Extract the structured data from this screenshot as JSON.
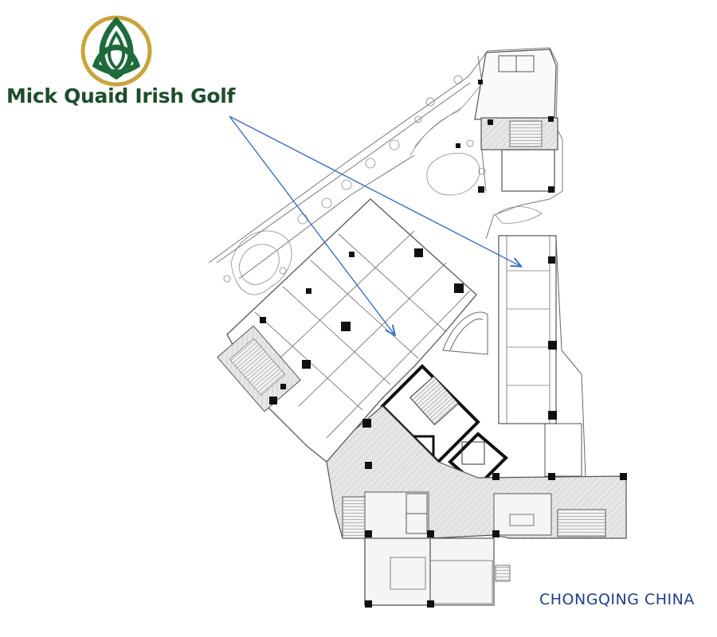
{
  "brand": {
    "name": "Mick Quaid Irish Golf",
    "name_color": "#1e4d2b",
    "mark_green": "#1d6b3a",
    "mark_gold": "#c8a43a"
  },
  "location": {
    "label": "CHONGQING  CHINA",
    "color": "#1f3f8a"
  },
  "plan": {
    "line_color": "#555555",
    "hatch_fill": "#dcdcdc",
    "column_color": "#111111",
    "pointer_color": "#3a6fc4",
    "pointer_arrows": 2
  }
}
